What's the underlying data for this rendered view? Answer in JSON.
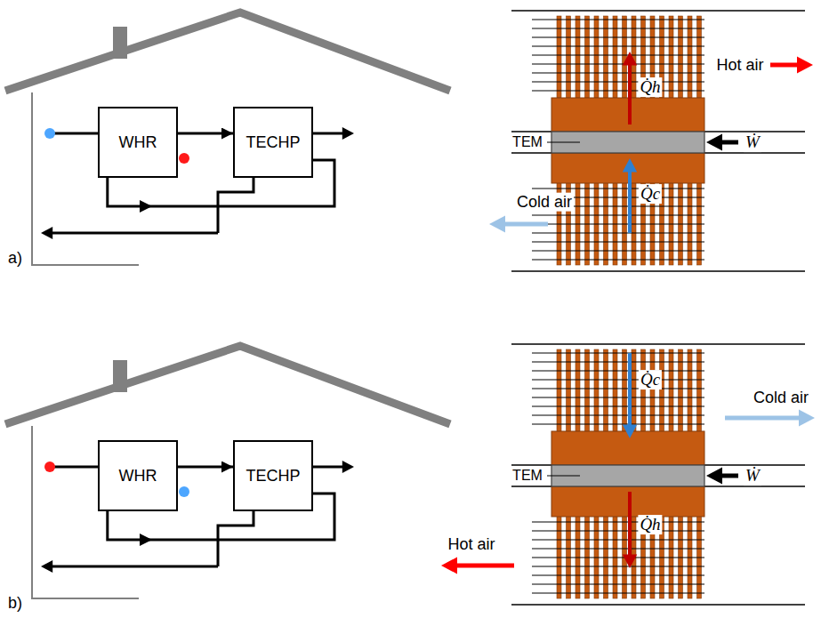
{
  "diagram": {
    "nodes": [
      {
        "text": [
          "WHR"
        ]
      },
      {
        "text": [
          "TECHP"
        ]
      },
      {
        "text": [
          "WHR"
        ]
      },
      {
        "text": [
          "TECHP"
        ]
      }
    ],
    "edges": [
      {
        "from": 0,
        "to": 1,
        "arrow": "to"
      },
      {
        "from": 0,
        "to": 1,
        "arrow": "none"
      },
      {
        "from": 2,
        "to": 3,
        "arrow": "to"
      },
      {
        "from": 2,
        "to": 3,
        "arrow": "none"
      }
    ],
    "labels": [
      "Hot air",
      "Q̇h",
      "TEM",
      "Ẇ",
      "Q̇c",
      "Cold air",
      "a)",
      "Q̇c",
      "Cold air",
      "TEM",
      "Ẇ",
      "Q̇h",
      "Hot air",
      "b)"
    ]
  }
}
